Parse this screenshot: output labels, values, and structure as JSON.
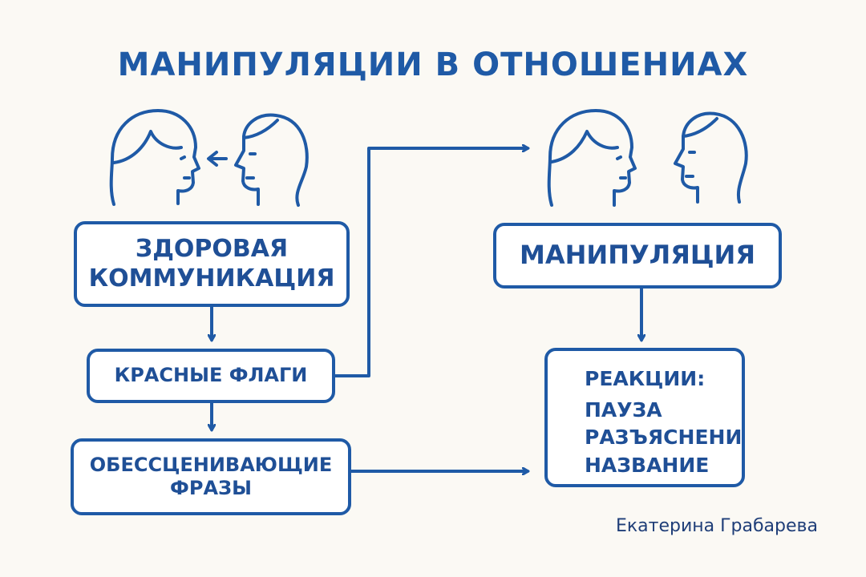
{
  "title": "МАНИПУЛЯЦИИ В ОТНОШЕНИАХ",
  "boxes": {
    "healthy": {
      "line1": "ЗДОРОВАЯ",
      "line2": "КОММУНИКАЦИЯ"
    },
    "red_flags": {
      "label": "КРАСНЫЕ ФЛАГИ"
    },
    "devaluing": {
      "line1": "ОБЕССЦЕНИВАЮЩИЕ",
      "line2": "ФРАЗЫ"
    },
    "manipulation": {
      "label": "МАНИПУЛЯЦИЯ"
    },
    "reactions": {
      "title": "РЕАКЦИИ:",
      "items": [
        "ПАУЗА",
        "РАЗЪЯСНЕНИ",
        "НАЗВАНИЕ"
      ]
    }
  },
  "author": "Екатерина Грабарева",
  "icons": [
    "woman-profile-icon",
    "man-profile-icon",
    "woman-profile-icon",
    "man-profile-icon"
  ],
  "colors": {
    "line": "#1f5aa6",
    "text": "#1f4f96",
    "background": "#fbf9f4"
  }
}
